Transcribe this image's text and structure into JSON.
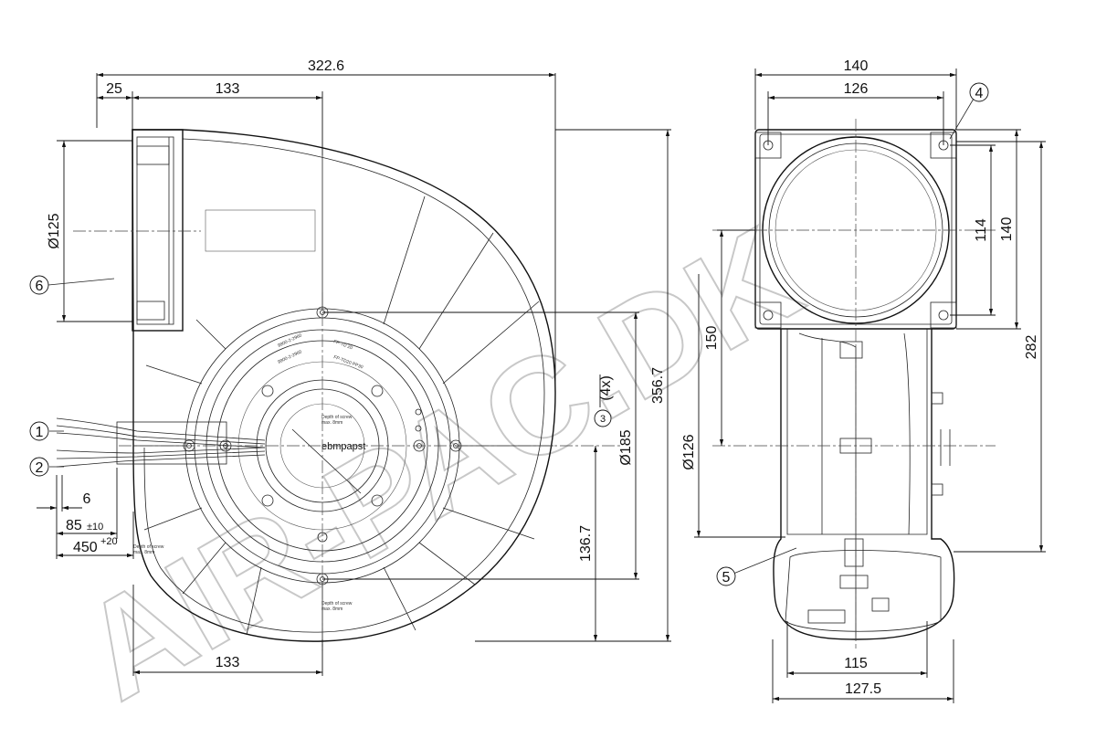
{
  "watermark": "AIR-PAC.DK",
  "side_view": {
    "dims": {
      "overall_width": "322.6",
      "outlet_offset": "25",
      "outlet_to_center": "133",
      "outlet_diameter": "Ø125",
      "cable_strip": "6",
      "cable_sleeve": "85",
      "cable_sleeve_tol": "±10",
      "cable_length": "450",
      "cable_length_tol": "+20",
      "hole_label": "(4x)",
      "bolt_circle": "Ø185",
      "center_height": "136.7",
      "overall_height": "356.7",
      "bottom_width": "133"
    },
    "balloons": {
      "b1": "1",
      "b2": "2",
      "b3": "3",
      "b6": "6"
    },
    "label_texts": {
      "brand": "ebmpapst",
      "depth_note_top": "Depth of screw",
      "depth_note_top2": "max. 8mm",
      "depth_note_left": "Depth of screw",
      "depth_note_left2": "max. 8mm",
      "depth_note_bottom": "Depth of screw",
      "depth_note_bottom2": "max. 8mm",
      "code1": "9900-2-2960",
      "code2": "FP-TD 20",
      "code3": "9900-2-2960",
      "code4": "FP-TD20 PP30"
    }
  },
  "front_view": {
    "dims": {
      "overall_width": "140",
      "inner_width": "126",
      "hole_spacing": "114",
      "flange_height": "140",
      "center_offset": "150",
      "overall_height": "282",
      "inlet_diameter": "Ø126",
      "bottom_inner": "115",
      "bottom_overall": "127.5"
    },
    "balloons": {
      "b4": "4",
      "b5": "5"
    }
  }
}
